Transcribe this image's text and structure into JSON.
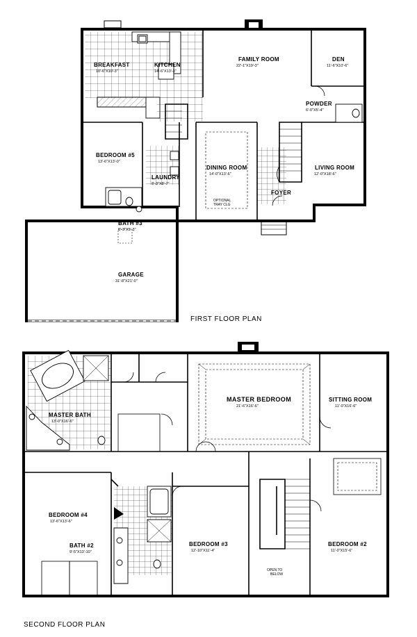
{
  "first_floor": {
    "title": "FIRST FLOOR PLAN",
    "rooms": {
      "breakfast": {
        "name": "BREAKFAST",
        "dim": "10'-6\"X10'-3\""
      },
      "kitchen": {
        "name": "KITCHEN",
        "dim": "14'-6\"X13'-3\""
      },
      "family_room": {
        "name": "FAMILY ROOM",
        "dim": "22'-1\"X19'-3\""
      },
      "den": {
        "name": "DEN",
        "dim": "11'-6\"X10'-6\""
      },
      "powder": {
        "name": "POWDER",
        "dim": "6'-0\"X5'-4\""
      },
      "bedroom5": {
        "name": "BEDROOM #5",
        "dim": "13'-6\"X13'-0\""
      },
      "laundry": {
        "name": "LAUNDRY",
        "dim": "8'-3\"X8'-7\""
      },
      "dining_room": {
        "name": "DINING ROOM",
        "dim": "14'-0\"X13'-6\""
      },
      "living_room": {
        "name": "LIVING ROOM",
        "dim": "12'-0\"X18'-6\""
      },
      "foyer": {
        "name": "FOYER"
      },
      "bath3": {
        "name": "BATH #3",
        "dim": "8'-3\"X5'-3\""
      },
      "garage": {
        "name": "GARAGE",
        "dim": "31'-8\"X21'-0\""
      }
    },
    "note": {
      "line1": "OPTIONAL",
      "line2": "TRAY CLG"
    }
  },
  "second_floor": {
    "title": "SECOND FLOOR PLAN",
    "rooms": {
      "master_bath": {
        "name": "MASTER BATH",
        "dim": "13'-0\"X16'-6\""
      },
      "master_bedroom": {
        "name": "MASTER BEDROOM",
        "dim": "21'-6\"X16'-6\""
      },
      "sitting_room": {
        "name": "SITTING ROOM",
        "dim": "11'-0\"X16'-6\""
      },
      "bedroom4": {
        "name": "BEDROOM #4",
        "dim": "13'-6\"X13'-6\""
      },
      "bath2": {
        "name": "BATH #2",
        "dim": "9'-5\"X13'-10\""
      },
      "bedroom3": {
        "name": "BEDROOM #3",
        "dim": "12'-10\"X11'-4\""
      },
      "bedroom2": {
        "name": "BEDROOM #2",
        "dim": "11'-0\"X15'-6\""
      }
    },
    "note": {
      "line1": "OPEN TO",
      "line2": "BELOW"
    }
  }
}
